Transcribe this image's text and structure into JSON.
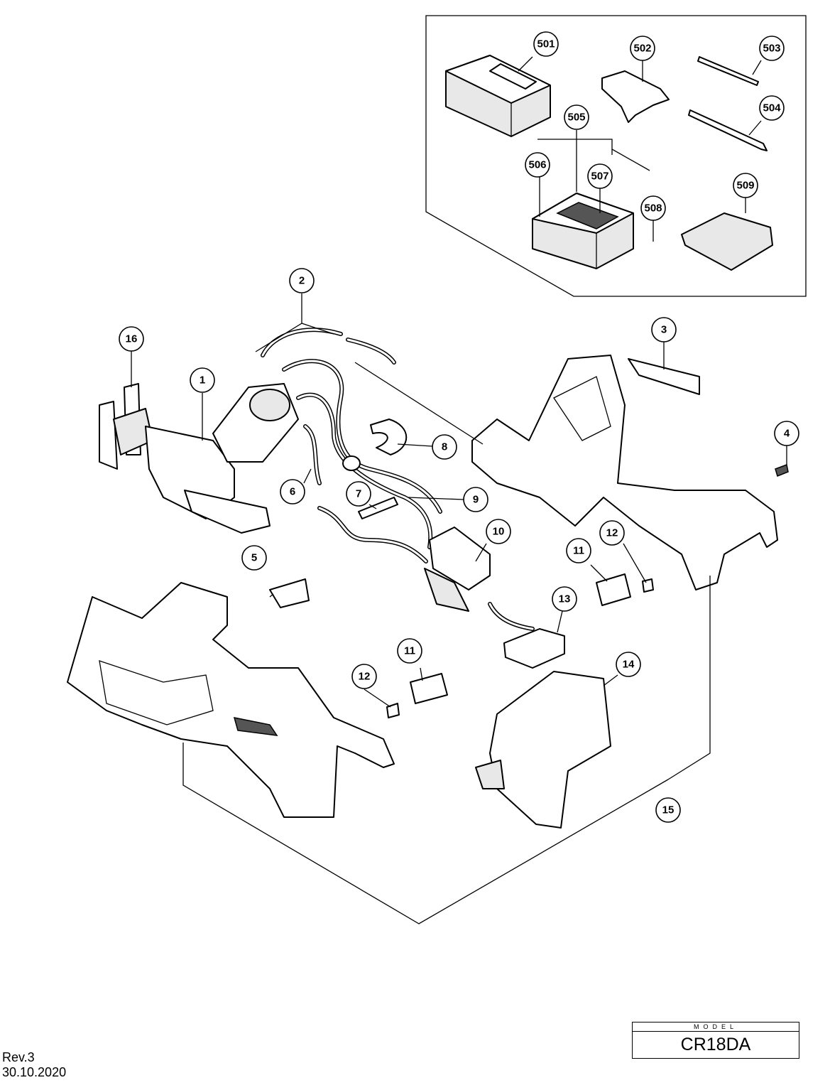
{
  "model": {
    "label": "MODEL",
    "name": "CR18DA"
  },
  "revision": {
    "rev": "Rev.3",
    "date": "30.10.2020"
  },
  "callouts": [
    {
      "id": "c501",
      "text": "501"
    },
    {
      "id": "c502",
      "text": "502"
    },
    {
      "id": "c503",
      "text": "503"
    },
    {
      "id": "c504",
      "text": "504"
    },
    {
      "id": "c505",
      "text": "505"
    },
    {
      "id": "c506",
      "text": "506"
    },
    {
      "id": "c507",
      "text": "507"
    },
    {
      "id": "c508",
      "text": "508"
    },
    {
      "id": "c509",
      "text": "509"
    },
    {
      "id": "c2",
      "text": "2"
    },
    {
      "id": "c3",
      "text": "3"
    },
    {
      "id": "c16",
      "text": "16"
    },
    {
      "id": "c1",
      "text": "1"
    },
    {
      "id": "c4",
      "text": "4"
    },
    {
      "id": "c8",
      "text": "8"
    },
    {
      "id": "c6",
      "text": "6"
    },
    {
      "id": "c7",
      "text": "7"
    },
    {
      "id": "c9",
      "text": "9"
    },
    {
      "id": "c10",
      "text": "10"
    },
    {
      "id": "c12a",
      "text": "12"
    },
    {
      "id": "c11a",
      "text": "11"
    },
    {
      "id": "c5",
      "text": "5"
    },
    {
      "id": "c13",
      "text": "13"
    },
    {
      "id": "c11b",
      "text": "11"
    },
    {
      "id": "c14",
      "text": "14"
    },
    {
      "id": "c12b",
      "text": "12"
    },
    {
      "id": "c15",
      "text": "15"
    }
  ]
}
